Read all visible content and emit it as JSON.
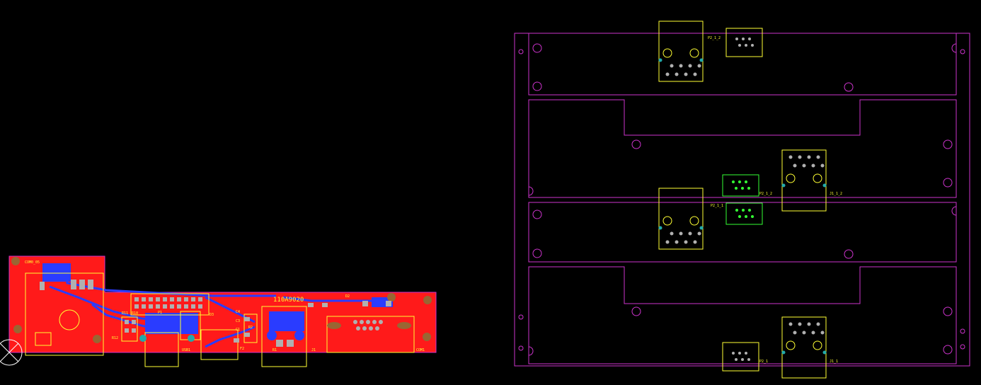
{
  "colors": {
    "background": "#000000",
    "copper_top": "#ff1a1a",
    "copper_bottom": "#2a3cff",
    "silkscreen": "#ffff33",
    "outline": "#cc33cc",
    "pad_grey": "#b0b0b0",
    "pad_teal": "#22aaaa",
    "pad_green": "#33ff33",
    "via": "#996633",
    "origin_marker": "#ffffff"
  },
  "left_board": {
    "board_id": "110A9020",
    "corner_label": "COM0_05",
    "designators": [
      "R11",
      "R10",
      "P1",
      "R12",
      "D3",
      "C4",
      "C3",
      "C1",
      "R2",
      "USB1",
      "F2",
      "R1",
      "J1",
      "D2",
      "COM1"
    ]
  },
  "right_panel": {
    "connector_labels": {
      "top_left": "P2_1_2",
      "mid_left": "P2_1_1",
      "mid_right": "J1_1_2",
      "mid_green": "P2_1_2",
      "bottom_p": "P2_1",
      "bottom_j": "J1_1"
    }
  }
}
